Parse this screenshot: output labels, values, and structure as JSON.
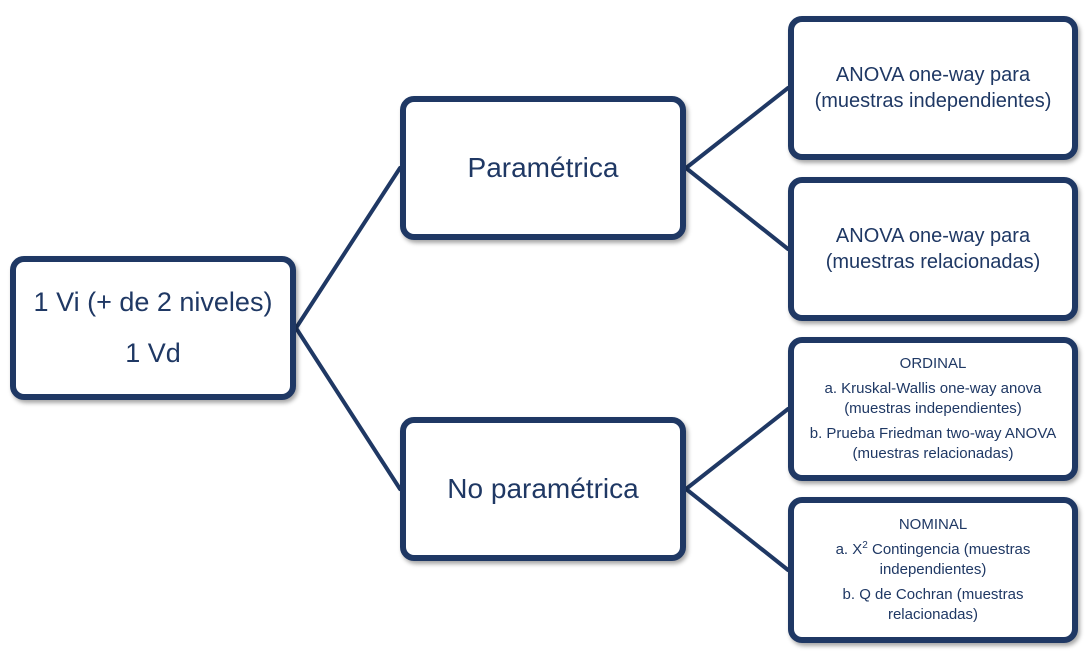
{
  "root": {
    "line1": "1 Vi (+ de 2 niveles)",
    "line2": "1 Vd"
  },
  "parametric": {
    "label": "Paramétrica",
    "options": [
      "ANOVA one-way para (muestras independientes)",
      "ANOVA one-way para (muestras relacionadas)"
    ]
  },
  "nonparametric": {
    "label": "No paramétrica",
    "ordinal": {
      "heading": "ORDINAL",
      "item_a": "a. Kruskal-Wallis one-way anova (muestras independientes)",
      "item_b": "b. Prueba Friedman two-way ANOVA (muestras relacionadas)"
    },
    "nominal": {
      "heading": "NOMINAL",
      "item_a_prefix": "a. X",
      "item_a_sup": "2",
      "item_a_rest": " Contingencia  (muestras independientes)",
      "item_b": "b.  Q de Cochran (muestras relacionadas)"
    }
  },
  "colors": {
    "stroke": "#1f3864",
    "text": "#1f3864",
    "background": "#ffffff"
  }
}
